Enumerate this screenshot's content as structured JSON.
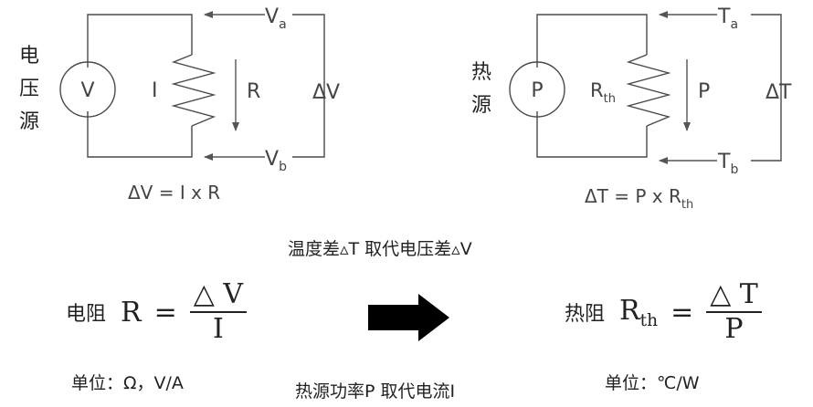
{
  "voltage_circuit": {
    "source_label_chars": [
      "电",
      "压",
      "源"
    ],
    "source_symbol": "V",
    "current_label": "I",
    "resistor_label": "R",
    "top_node": "V",
    "top_node_sub": "a",
    "bottom_node": "V",
    "bottom_node_sub": "b",
    "delta_label": "ΔV",
    "equation": "ΔV = I x R"
  },
  "thermal_circuit": {
    "source_label_chars": [
      "热",
      "源"
    ],
    "source_symbol": "P",
    "resistor_label": "R",
    "resistor_sub": "th",
    "flow_label": "P",
    "top_node": "T",
    "top_node_sub": "a",
    "bottom_node": "T",
    "bottom_node_sub": "b",
    "delta_label": "ΔT",
    "equation_main": "ΔT = P x R",
    "equation_sub": "th"
  },
  "analogy_top": "温度差▵T 取代电压差▵V",
  "analogy_bottom": "热源功率P 取代电流I",
  "left_formula": {
    "name": "电阻",
    "lhs": "R",
    "eq": "=",
    "numerator": "△ V",
    "denominator": "I",
    "unit": "单位：Ω，V/A"
  },
  "right_formula": {
    "name": "热阻",
    "lhs": "R",
    "lhs_sub": "th",
    "eq": "=",
    "numerator": "△ T",
    "denominator": "P",
    "unit": "单位：℃/W"
  },
  "colors": {
    "wire": "#4a4a4a",
    "text": "#222222",
    "arrow": "#000000"
  }
}
